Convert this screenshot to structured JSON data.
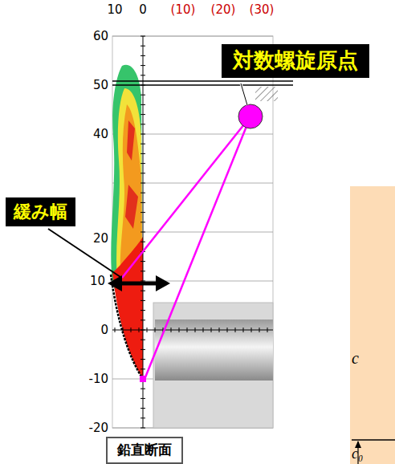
{
  "diagram": {
    "nodes": [
      {
        "text": [
          "対数螺旋原点"
        ]
      },
      {
        "text": [
          "緩み幅"
        ]
      },
      {
        "text": [
          "鉛直断面"
        ]
      }
    ],
    "labels": [
      "10",
      "0",
      "(10)",
      "(20)",
      "(30)",
      "60",
      "50",
      "40",
      "20",
      "10",
      "0",
      "-10",
      "-20",
      "c",
      "c₀"
    ]
  }
}
